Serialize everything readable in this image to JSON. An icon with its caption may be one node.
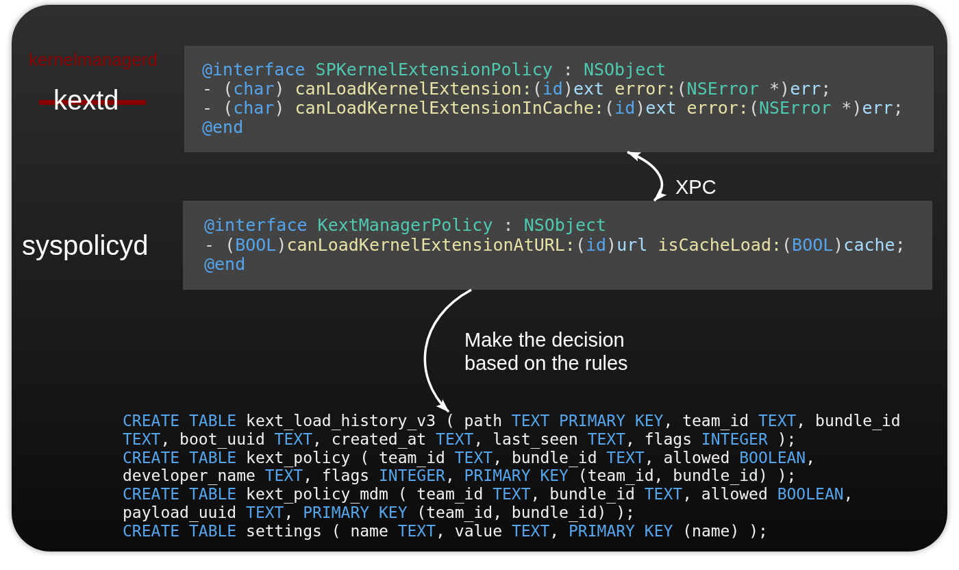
{
  "diagram": {
    "nodes": [
      {
        "text": [
          "@interface SPKernelExtensionPolicy : NSObject",
          "- (char) canLoadKernelExtension:(id)ext error:(NSError *)err;",
          "- (char) canLoadKernelExtensionInCache:(id)ext error:(NSError *)err;",
          "@end"
        ],
        "beside": [
          "kernelmanagerd",
          "kextd"
        ]
      },
      {
        "text": [
          "@interface KextManagerPolicy : NSObject",
          "- (BOOL)canLoadKernelExtensionAtURL:(id)url isCacheLoad:(BOOL)cache;",
          "@end"
        ],
        "beside": [
          "syspolicyd"
        ]
      },
      {
        "text": [
          "CREATE TABLE kext_load_history_v3 ( path TEXT PRIMARY KEY, team_id TEXT, bundle_id TEXT, boot_uuid TEXT, created_at TEXT, last_seen TEXT, flags INTEGER );",
          "CREATE TABLE kext_policy ( team_id TEXT, bundle_id TEXT, allowed BOOLEAN, developer_name TEXT, flags INTEGER, PRIMARY KEY (team_id, bundle_id) );",
          "CREATE TABLE kext_policy_mdm ( team_id TEXT, bundle_id TEXT, allowed BOOLEAN, payload_uuid TEXT, PRIMARY KEY (team_id, bundle_id) );",
          "CREATE TABLE settings ( name TEXT, value TEXT, PRIMARY KEY (name) );"
        ]
      }
    ],
    "edges": [
      {
        "from": 1,
        "to": 0,
        "arrow": "both",
        "label": "XPC"
      },
      {
        "from": 1,
        "to": 2,
        "arrow": "to",
        "label": "Make the decision based on the rules"
      }
    ]
  }
}
